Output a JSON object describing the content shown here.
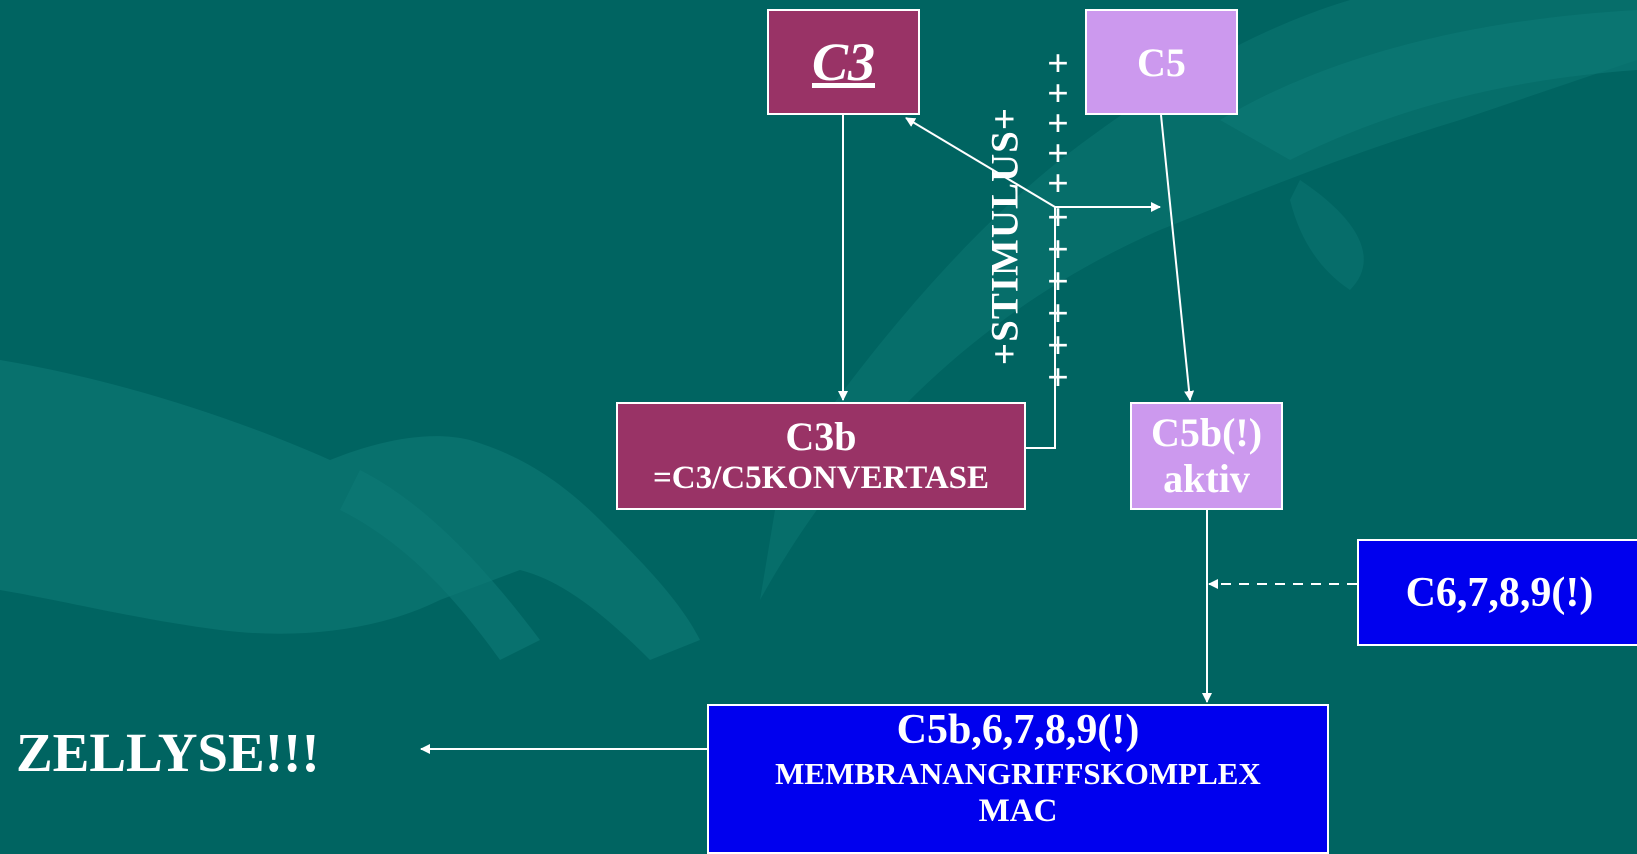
{
  "boxes": {
    "c3": "C3",
    "c5": "C5",
    "c3b_line1": "C3b",
    "c3b_line2": "=C3/C5KONVERTASE",
    "c5b_line1": "C5b(!)",
    "c5b_line2": "aktiv",
    "c6789": "C6,7,8,9(!)",
    "mac_line1": "C5b,6,7,8,9(!)",
    "mac_line2": "MEMBRANANGRIFFSKOMPLEX",
    "mac_line3": "MAC"
  },
  "stimulus_label": "+STIMULUS+",
  "plus_sign": "+",
  "result_label": "ZELLYSE!!!",
  "colors": {
    "background": "#006461",
    "c3_box": "#993366",
    "c5_box": "#cc99ee",
    "mac_box": "#0000ee",
    "text": "#ffffff"
  }
}
